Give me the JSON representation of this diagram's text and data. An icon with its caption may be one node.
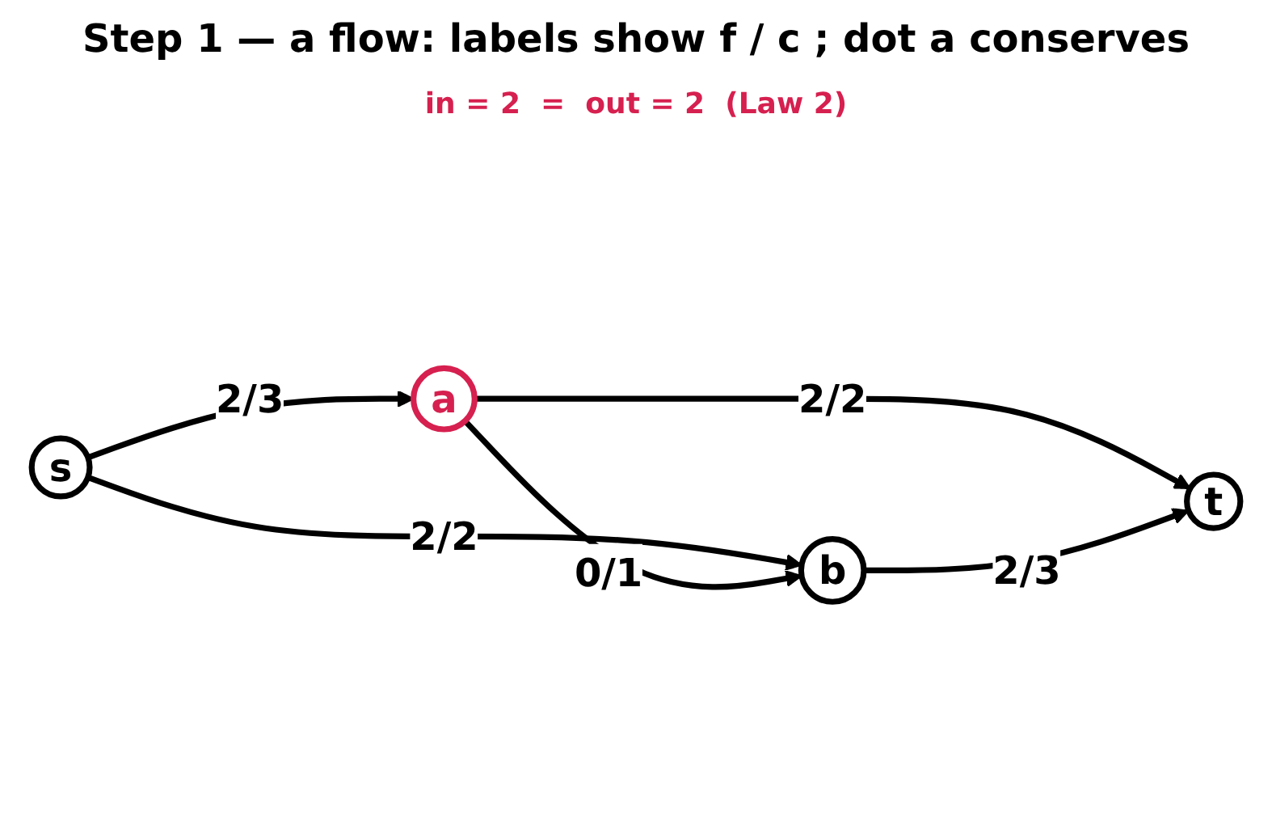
{
  "diagram": {
    "title": "Step 1 — a flow: labels show f / c ; dot a conserves",
    "nodes": [
      {
        "text": [
          "s"
        ]
      },
      {
        "text": [
          "a"
        ]
      },
      {
        "text": [
          "b"
        ]
      },
      {
        "text": [
          "t"
        ]
      }
    ],
    "edges": [
      {
        "from": 0,
        "to": 1,
        "arrow": "to",
        "label": "2/3"
      },
      {
        "from": 0,
        "to": 2,
        "arrow": "to",
        "label": "2/2"
      },
      {
        "from": 1,
        "to": 2,
        "arrow": "to",
        "label": "0/1"
      },
      {
        "from": 1,
        "to": 3,
        "arrow": "to",
        "label": "2/2"
      },
      {
        "from": 2,
        "to": 3,
        "arrow": "to",
        "label": "2/3"
      }
    ],
    "labels": [
      "in = 2  =  out = 2  (Law 2)"
    ]
  }
}
